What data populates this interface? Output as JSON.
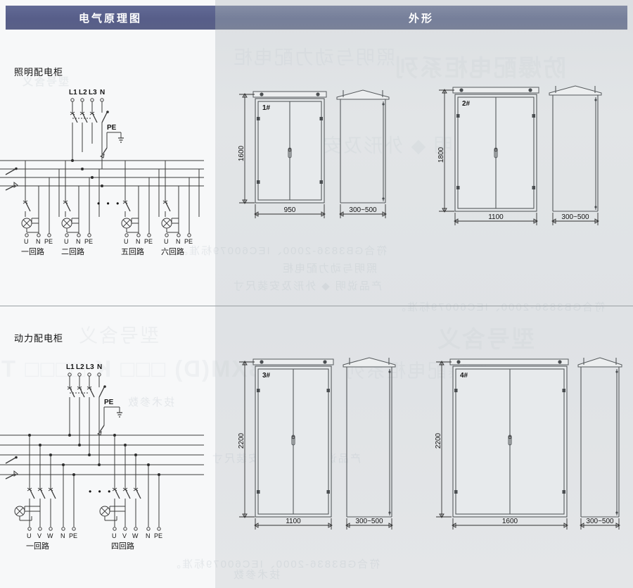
{
  "header": {
    "left_title": "电气原理图",
    "right_title": "外形"
  },
  "sections": [
    {
      "id": "lighting",
      "title": "照明配电柜",
      "schematic": {
        "incoming_labels": [
          "L1",
          "L2",
          "L3",
          "N"
        ],
        "pe_label": "PE",
        "ellipsis": "• • •",
        "terminal_sets": [
          {
            "terminals": [
              "U",
              "N",
              "PE"
            ],
            "circuit": "一回路"
          },
          {
            "terminals": [
              "U",
              "N",
              "PE"
            ],
            "circuit": "二回路"
          },
          {
            "terminals": [
              "U",
              "N",
              "PE"
            ],
            "circuit": "五回路"
          },
          {
            "terminals": [
              "U",
              "N",
              "PE"
            ],
            "circuit": "六回路"
          }
        ]
      },
      "cabinets": [
        {
          "tag": "1#",
          "height": "1600",
          "width": "950",
          "depth": "300~500"
        },
        {
          "tag": "2#",
          "height": "1800",
          "width": "1100",
          "depth": "300~500"
        }
      ]
    },
    {
      "id": "power",
      "title": "动力配电柜",
      "schematic": {
        "incoming_labels": [
          "L1",
          "L2",
          "L3",
          "N"
        ],
        "pe_label": "PE",
        "ellipsis": "• • •",
        "terminal_sets": [
          {
            "terminals": [
              "U",
              "V",
              "W",
              "N",
              "PE"
            ],
            "circuit": "一回路"
          },
          {
            "terminals": [
              "U",
              "V",
              "W",
              "N",
              "PE"
            ],
            "circuit": "四回路"
          }
        ]
      },
      "cabinets": [
        {
          "tag": "3#",
          "height": "2200",
          "width": "1100",
          "depth": "300~500"
        },
        {
          "tag": "4#",
          "height": "2200",
          "width": "1600",
          "depth": "300~500"
        }
      ]
    }
  ],
  "colors": {
    "header_left": "#5d628e",
    "header_right": "#7b849e",
    "panel_right_bg": "#dfe3e5",
    "panel_left_bg": "#f7f8f9",
    "line": "#3b3b3b"
  },
  "watermarks": [
    "照明与动力配电柜",
    "防爆配电柜系列",
    "BXM(D) □□□ K □□□□ T",
    "符合GB3836-2000、IEC60079标准。",
    "产品说明 ◆ 外形及安装尺寸",
    "型号含义",
    "技术参数"
  ]
}
